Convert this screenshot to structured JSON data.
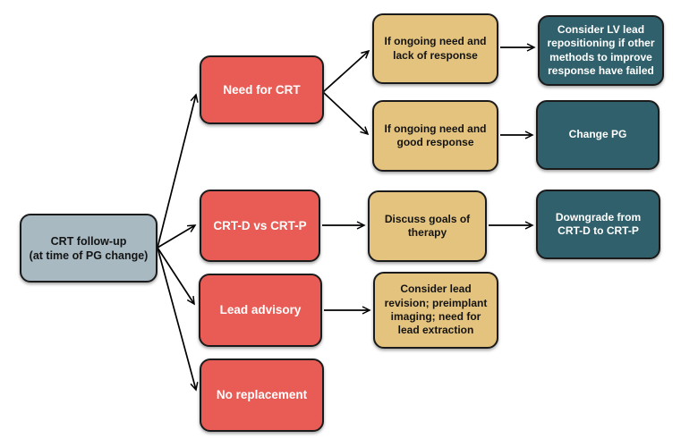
{
  "diagram": {
    "colors": {
      "root_fill": "#a8b9c2",
      "decision_fill": "#e95c55",
      "consideration_fill": "#e4c37e",
      "outcome_fill": "#30606b",
      "node_border": "#1b1b1b",
      "arrow": "#000000",
      "background": "#ffffff",
      "text_on_dark": "#ffffff",
      "text_on_light": "#141414"
    },
    "nodes": [
      {
        "id": "crt-follow-up",
        "type": "root",
        "label": "CRT follow-up\n(at time of PG change)"
      },
      {
        "id": "need-for-crt",
        "type": "decision",
        "label": "Need for CRT"
      },
      {
        "id": "crt-d-vs-crt-p",
        "type": "decision",
        "label": "CRT-D vs CRT-P"
      },
      {
        "id": "lead-advisory",
        "type": "decision",
        "label": "Lead advisory"
      },
      {
        "id": "no-replacement",
        "type": "decision",
        "label": "No replacement"
      },
      {
        "id": "if-ongoing-need-and-lack-of-response",
        "type": "consideration",
        "label": "If ongoing need and\nlack of response"
      },
      {
        "id": "if-ongoing-need-and-good-response",
        "type": "consideration",
        "label": "If ongoing need and\ngood response"
      },
      {
        "id": "discuss-goals-of-therapy",
        "type": "consideration",
        "label": "Discuss goals of\ntherapy"
      },
      {
        "id": "consider-lead-revision",
        "type": "consideration",
        "label": "Consider lead\nrevision; preimplant\nimaging; need for\nlead extraction"
      },
      {
        "id": "consider-lv-lead-repositioning",
        "type": "outcome",
        "label": "Consider LV lead\nrepositioning if other\nmethods to improve\nresponse have failed"
      },
      {
        "id": "change-pg",
        "type": "outcome",
        "label": "Change PG"
      },
      {
        "id": "downgrade-from-crt-d-to-crt-p",
        "type": "outcome",
        "label": "Downgrade from\nCRT-D to CRT-P"
      }
    ],
    "edges": [
      {
        "from": "crt-follow-up",
        "to": "need-for-crt"
      },
      {
        "from": "crt-follow-up",
        "to": "crt-d-vs-crt-p"
      },
      {
        "from": "crt-follow-up",
        "to": "lead-advisory"
      },
      {
        "from": "crt-follow-up",
        "to": "no-replacement"
      },
      {
        "from": "need-for-crt",
        "to": "if-ongoing-need-and-lack-of-response"
      },
      {
        "from": "need-for-crt",
        "to": "if-ongoing-need-and-good-response"
      },
      {
        "from": "if-ongoing-need-and-lack-of-response",
        "to": "consider-lv-lead-repositioning"
      },
      {
        "from": "if-ongoing-need-and-good-response",
        "to": "change-pg"
      },
      {
        "from": "crt-d-vs-crt-p",
        "to": "discuss-goals-of-therapy"
      },
      {
        "from": "discuss-goals-of-therapy",
        "to": "downgrade-from-crt-d-to-crt-p"
      },
      {
        "from": "lead-advisory",
        "to": "consider-lead-revision"
      }
    ]
  }
}
